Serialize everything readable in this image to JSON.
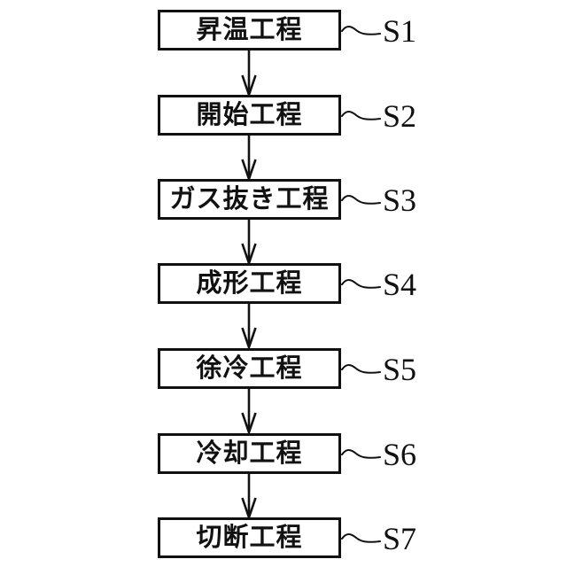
{
  "diagram": {
    "type": "flowchart",
    "background_color": "#ffffff",
    "line_color": "#111111",
    "direction": "top-to-bottom",
    "steps": [
      {
        "label": "昇温工程",
        "id": "S1"
      },
      {
        "label": "開始工程",
        "id": "S2"
      },
      {
        "label": "ガス抜き工程",
        "id": "S3"
      },
      {
        "label": "成形工程",
        "id": "S4"
      },
      {
        "label": "徐冷工程",
        "id": "S5"
      },
      {
        "label": "冷却工程",
        "id": "S6"
      },
      {
        "label": "切断工程",
        "id": "S7"
      }
    ]
  }
}
